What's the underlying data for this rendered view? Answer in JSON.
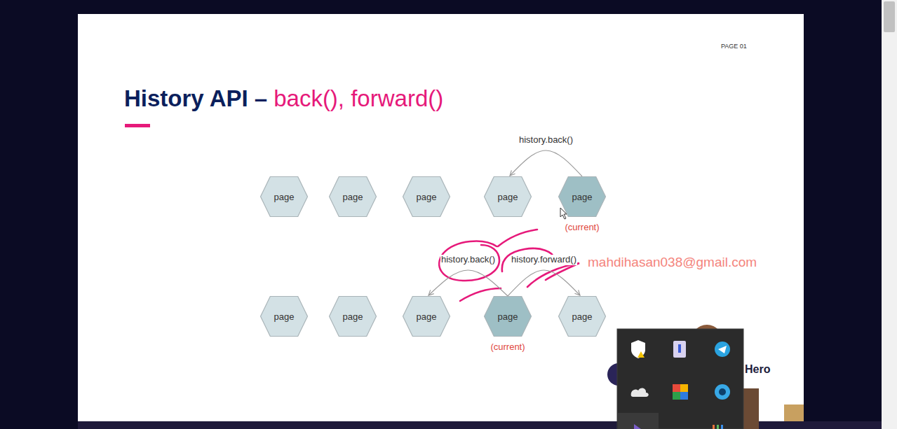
{
  "diagram": {
    "title": "History API –",
    "nodes": [
      {
        "text": [
          "page"
        ]
      },
      {
        "text": [
          "page"
        ]
      },
      {
        "text": [
          "page"
        ]
      },
      {
        "text": [
          "page"
        ]
      },
      {
        "text": [
          "page"
        ]
      },
      {
        "text": [
          "page"
        ]
      },
      {
        "text": [
          "page"
        ]
      },
      {
        "text": [
          "page"
        ]
      },
      {
        "text": [
          "page"
        ]
      },
      {
        "text": [
          "page"
        ]
      }
    ],
    "edges": [
      {
        "from": 4,
        "to": 3,
        "arrow": "to",
        "label": "history.back()"
      },
      {
        "from": 8,
        "to": 7,
        "arrow": "to",
        "label": "history.back()"
      },
      {
        "from": 8,
        "to": 9,
        "arrow": "to",
        "label": "history.forward()"
      }
    ],
    "labels": [
      "PAGE 01",
      "back(), forward()",
      "(current)",
      "(current)",
      "mahdihasan038@gmail.com",
      "Hero"
    ]
  }
}
